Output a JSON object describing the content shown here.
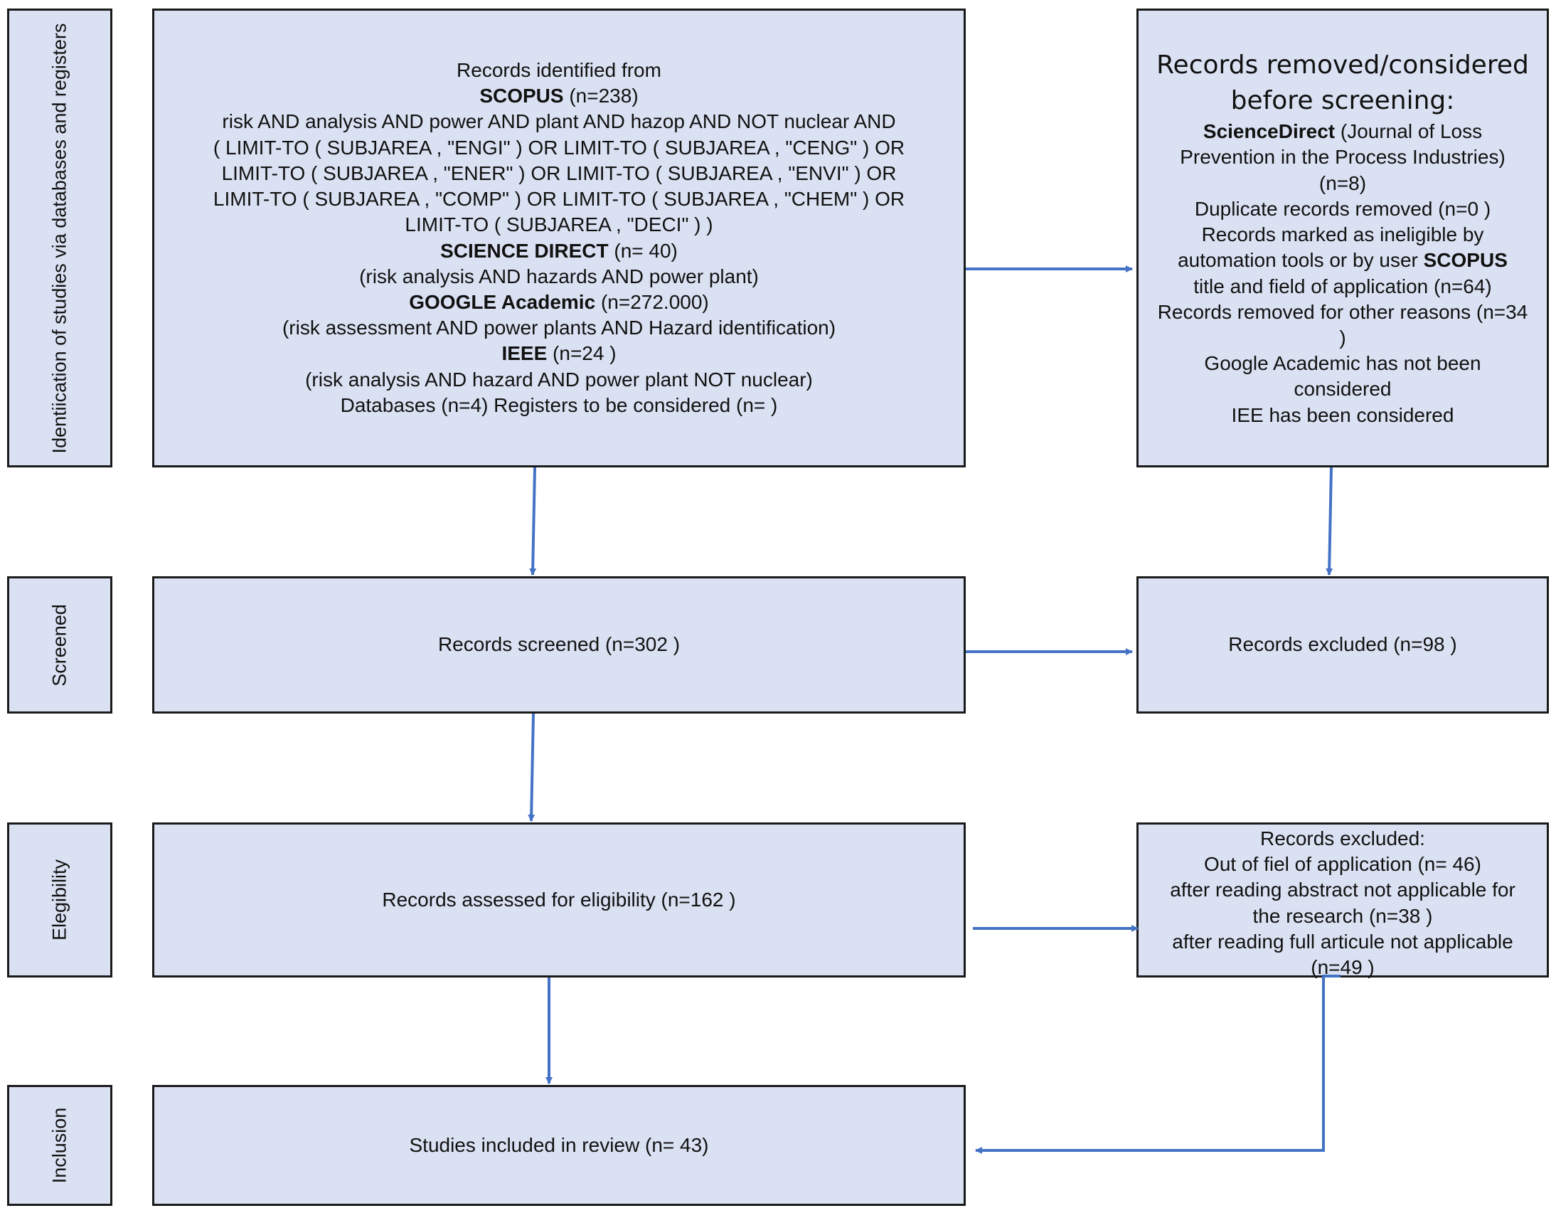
{
  "stages": {
    "identification": "Identiication of studies via databases and registers",
    "screened": "Screened",
    "eligibility": "Elegibility",
    "inclusion": "Inclusion"
  },
  "identified": {
    "l1": "Records identified from",
    "l2_bold": "SCOPUS",
    "l2_rest": " (n=238)",
    "l3": "risk  AND analysis  AND  power  AND plant  AND  hazop  AND NOT  nuclear  AND",
    "l4": "( LIMIT-TO ( SUBJAREA ,  \"ENGI\" )  OR  LIMIT-TO ( SUBJAREA ,  \"CENG\" )  OR",
    "l5": "LIMIT-TO ( SUBJAREA ,  \"ENER\" )  OR  LIMIT-TO ( SUBJAREA ,  \"ENVI\" )  OR",
    "l6": "LIMIT-TO ( SUBJAREA ,  \"COMP\" )  OR  LIMIT-TO ( SUBJAREA ,  \"CHEM\" )  OR",
    "l7": "LIMIT-TO ( SUBJAREA ,  \"DECI\" ) )",
    "l8_bold": "SCIENCE DIRECT",
    "l8_rest": " (n= 40)",
    "l9": "(risk analysis AND hazards AND power plant)",
    "l10_bold": "GOOGLE Academic",
    "l10_rest": " (n=272.000)",
    "l11": "(risk assessment AND power plants AND Hazard identification)",
    "l12_bold": "IEEE",
    "l12_rest": " (n=24 )",
    "l13": "(risk analysis AND hazard AND power plant NOT nuclear)",
    "l14": "Databases (n=4) Registers to be considered (n= )"
  },
  "removed": {
    "title1": "Records removed/considered",
    "title2": "before screening:",
    "l1_bold": "ScienceDirect",
    "l1_rest": " (Journal of Loss",
    "l2": "Prevention in the Process Industries)",
    "l3": "(n=8)",
    "l4": "Duplicate records removed (n=0 )",
    "l5": "Records marked as ineligible by",
    "l6_a": "automation tools or by user ",
    "l6_bold": "SCOPUS",
    "l7": "title and field of application (n=64)",
    "l8": "Records removed for other reasons (n=34",
    "l9": ")",
    "l10": "Google Academic has not been",
    "l11": "considered",
    "l12": "IEE has been considered"
  },
  "screened_box": "Records screened (n=302 )",
  "excluded_box": "Records excluded (n=98 )",
  "eligibility_box": "Records assessed for eligibility (n=162 )",
  "excluded2": {
    "l1": "Records excluded:",
    "l2": "Out of fiel of application (n= 46)",
    "l3": "after reading abstract not applicable for",
    "l4": "the research (n=38 )",
    "l5": "after reading full articule not applicable",
    "l6": "(n=49 )"
  },
  "included_box": "Studies included in review (n= 43)",
  "colors": {
    "box_fill": "#dae1f2",
    "border": "#1a1a1a",
    "arrow": "#4472c4"
  }
}
